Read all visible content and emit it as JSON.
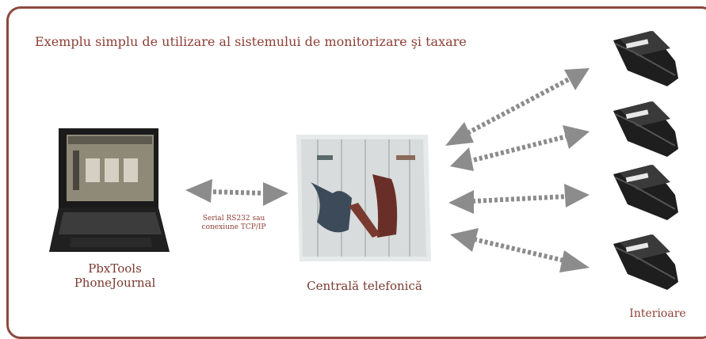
{
  "diagram": {
    "title": "Exemplu simplu de utilizare al sistemului de monitorizare şi taxare",
    "computer": {
      "line1": "PbxTools",
      "line2": "PhoneJournal",
      "icon": "laptop-icon"
    },
    "connection": {
      "line1": "Serial RS232 sau",
      "line2": "conexiune TCP/IP"
    },
    "pbx": {
      "label": "Centrală telefonică",
      "icon": "pbx-cabinet-icon"
    },
    "extensions": {
      "label": "Interioare",
      "icon": "telephone-icon",
      "count": 4
    },
    "colors": {
      "frame": "#8a4a3e",
      "text": "#8c3f35",
      "arrow": "#8c8c8c"
    }
  }
}
